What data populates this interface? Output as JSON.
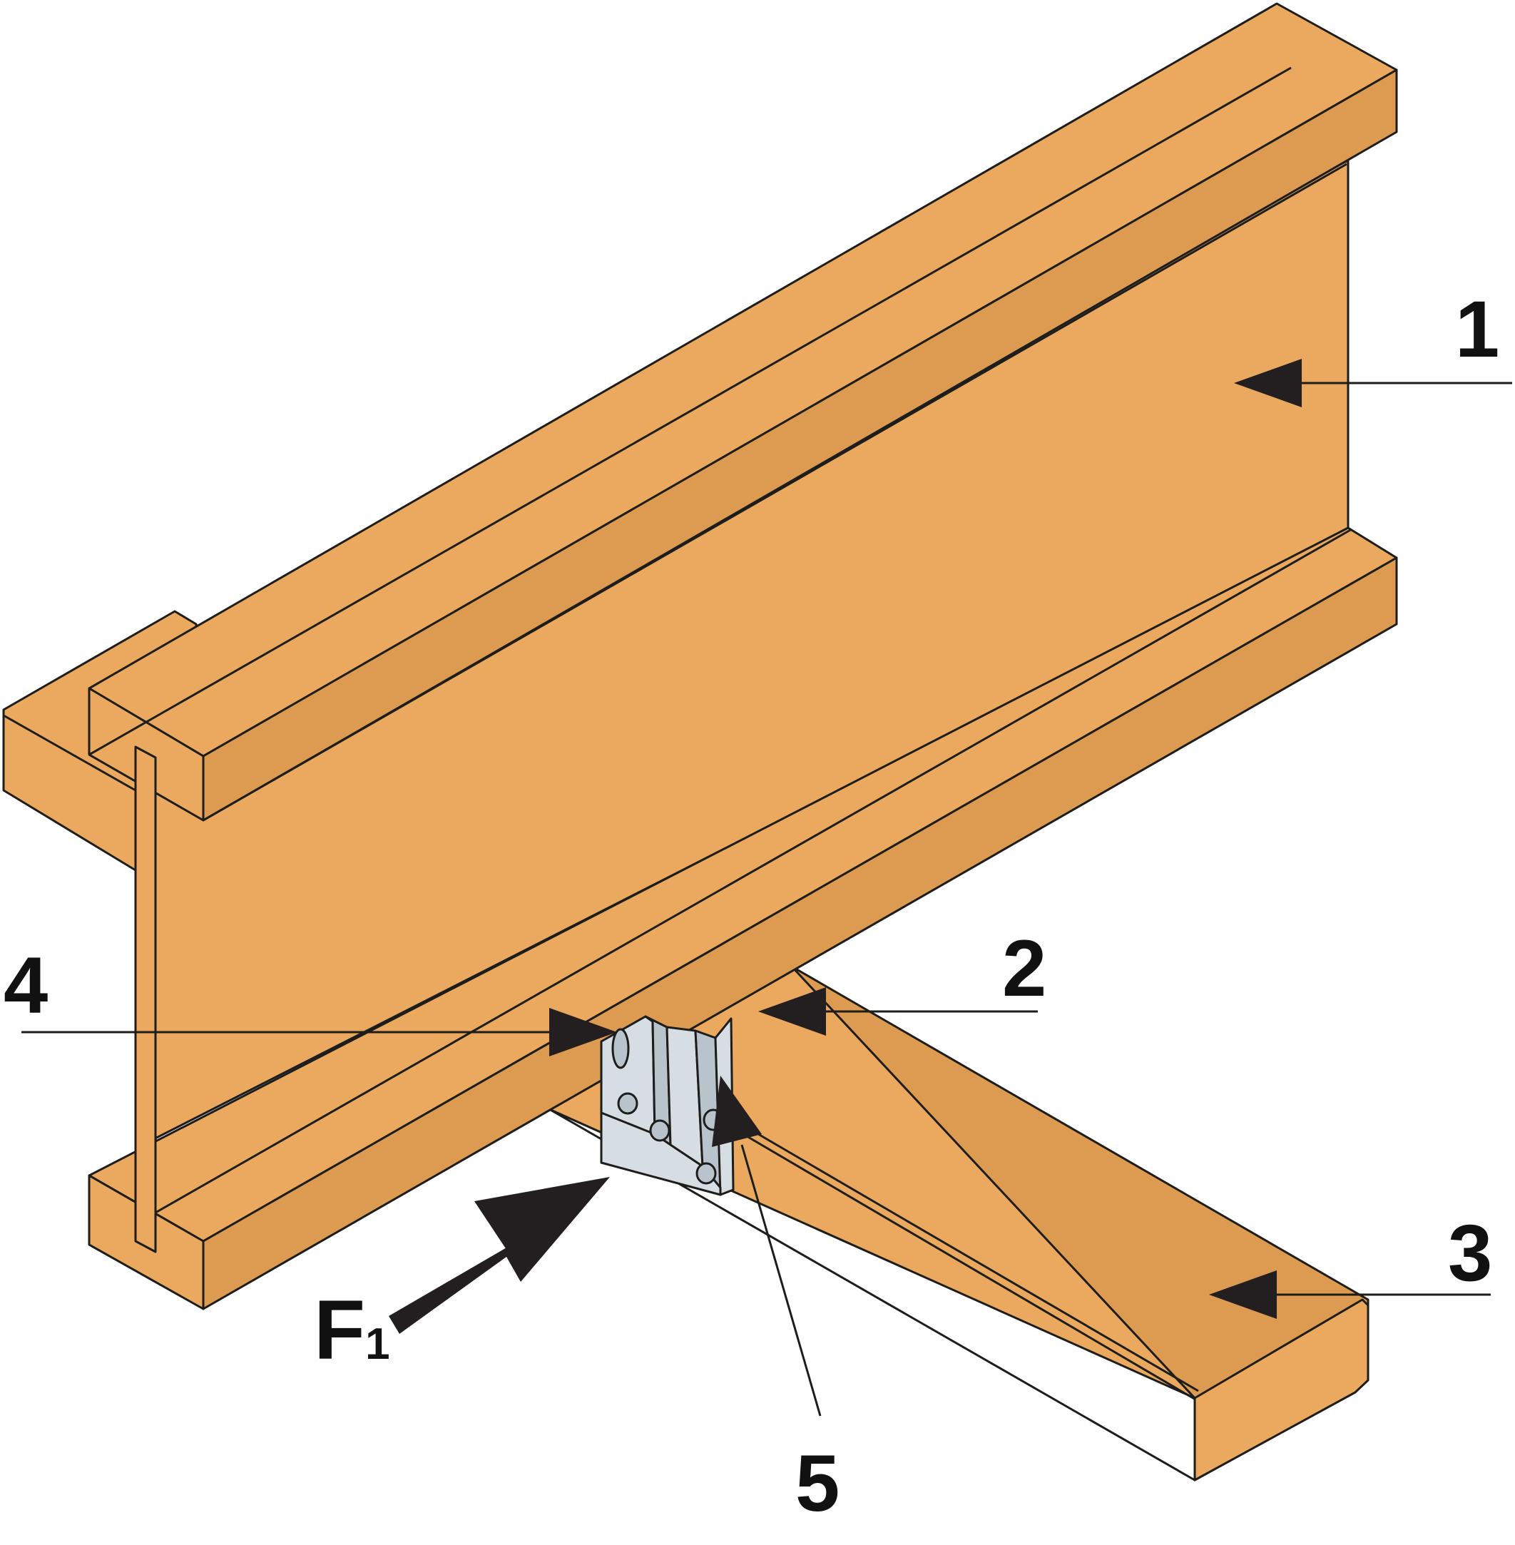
{
  "colors": {
    "wood": "#eaa95e",
    "wood_dark": "#dd9b52",
    "metal": "#d6dde3",
    "metal_shade": "#b9c3cb",
    "ink": "#1d1d1b",
    "arrow": "#231f20"
  },
  "callouts": {
    "c1": "1",
    "c2": "2",
    "c3": "3",
    "c4": "4",
    "c5": "5"
  },
  "force": {
    "symbol": "F",
    "subscript": "1"
  }
}
